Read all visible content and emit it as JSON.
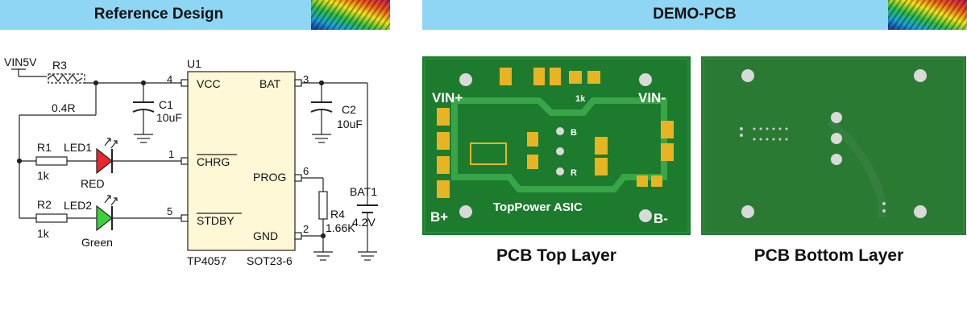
{
  "header_left": {
    "title": "Reference Design"
  },
  "header_right": {
    "title": "DEMO-PCB"
  },
  "schematic": {
    "vin": "VIN5V",
    "r3": {
      "ref": "R3",
      "value": "0.4R"
    },
    "u1": {
      "ref": "U1",
      "part": "TP4057",
      "package": "SOT23-6",
      "vcc": "VCC",
      "bat": "BAT",
      "chrg": "CHRG",
      "prog": "PROG",
      "stdby": "STDBY",
      "gnd": "GND",
      "pin_vcc": "4",
      "pin_bat": "3",
      "pin_chrg": "1",
      "pin_prog": "6",
      "pin_stdby": "5",
      "pin_gnd": "2"
    },
    "c1": {
      "ref": "C1",
      "value": "10uF"
    },
    "c2": {
      "ref": "C2",
      "value": "10uF"
    },
    "r1": {
      "ref": "R1",
      "value": "1k"
    },
    "r2": {
      "ref": "R2",
      "value": "1k"
    },
    "led1": {
      "ref": "LED1",
      "color_name": "RED",
      "color": "#e8282d"
    },
    "led2": {
      "ref": "LED2",
      "color_name": "Green",
      "color": "#3cd13c"
    },
    "r4": {
      "ref": "R4",
      "value": "1.66K"
    },
    "bat1": {
      "ref": "BAT1",
      "value": "4.2V"
    }
  },
  "pcb_top": {
    "caption": "PCB Top Layer",
    "vin_plus": "VIN+",
    "vin_minus": "VIN-",
    "b_plus": "B+",
    "b_minus": "B-",
    "r1k": "1k",
    "led_b": "B",
    "led_r": "R",
    "brand": "TopPower ASIC",
    "board_color": "#1d7b2e",
    "pad_color": "#e9b424"
  },
  "pcb_bottom": {
    "caption": "PCB Bottom Layer",
    "board_color": "#2a7a34"
  }
}
